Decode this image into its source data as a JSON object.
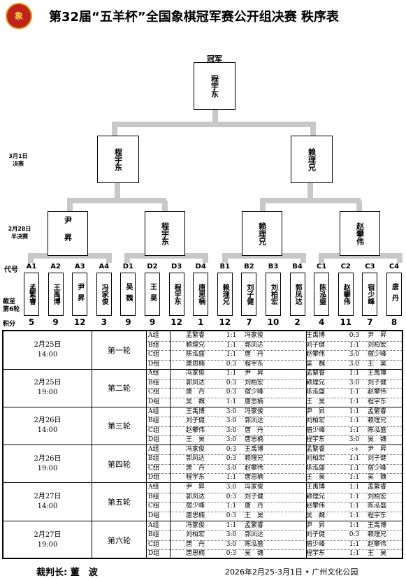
{
  "logo": {
    "text": "象"
  },
  "title": "第32届“五羊杯”全国象棋冠军赛公开组决赛 秩序表",
  "bracket": {
    "champion_label": "冠军",
    "champion": "程宇东",
    "final_label": "3月1日\n决赛",
    "semi_label": "2月28日\n半决赛",
    "finalists": [
      "程宇东",
      "赖理兄"
    ],
    "semifinalists": [
      "尹昇",
      "程宇东",
      "赖理兄",
      "赵攀伟"
    ]
  },
  "codes_label": "代号",
  "cut_label": "截至\n第6轮",
  "score_label": "积分",
  "players": [
    {
      "code": "A1",
      "name": "孟繁睿",
      "score": "5"
    },
    {
      "code": "A2",
      "name": "王禹博",
      "score": "9"
    },
    {
      "code": "A3",
      "name": "尹昇",
      "score": "12"
    },
    {
      "code": "A4",
      "name": "冯家俊",
      "score": "3"
    },
    {
      "code": "D1",
      "name": "吴魏",
      "score": "9"
    },
    {
      "code": "D2",
      "name": "王昊",
      "score": "9"
    },
    {
      "code": "D3",
      "name": "程宇东",
      "score": "12"
    },
    {
      "code": "D4",
      "name": "唐思楠",
      "score": "1"
    },
    {
      "code": "B1",
      "name": "赖理兄",
      "score": "12"
    },
    {
      "code": "B2",
      "name": "刘子健",
      "score": "7"
    },
    {
      "code": "B3",
      "name": "刘柏宏",
      "score": "10"
    },
    {
      "code": "B4",
      "name": "郭凤达",
      "score": "2"
    },
    {
      "code": "C1",
      "name": "陈泓盛",
      "score": "4"
    },
    {
      "code": "C2",
      "name": "赵攀伟",
      "score": "11"
    },
    {
      "code": "C3",
      "name": "宿少峰",
      "score": "7"
    },
    {
      "code": "C4",
      "name": "唐丹",
      "score": "8"
    }
  ],
  "rounds": [
    {
      "date": "2月25日",
      "time": "14:00",
      "name": "第一轮",
      "groups": [
        [
          "A组",
          "孟繁睿",
          "1:1",
          "冯家俊",
          "王禹博",
          "0:3",
          "尹　昇"
        ],
        [
          "B组",
          "赖理兄",
          "1:1",
          "郭凤达",
          "刘子健",
          "1:1",
          "刘柏宏"
        ],
        [
          "C组",
          "陈泓盛",
          "1:1",
          "唐　丹",
          "赵攀伟",
          "3:0",
          "宿少峰"
        ],
        [
          "D组",
          "唐思楠",
          "0:3",
          "程宇东",
          "吴　魏",
          "3:0",
          "王　昊"
        ]
      ]
    },
    {
      "date": "2月25日",
      "time": "19:00",
      "name": "第二轮",
      "groups": [
        [
          "A组",
          "冯家俊",
          "1:1",
          "尹　昇",
          "孟繁睿",
          "1:1",
          "王禹博"
        ],
        [
          "B组",
          "郭凤达",
          "0:3",
          "刘柏宏",
          "赖理兄",
          "3:0",
          "刘子健"
        ],
        [
          "C组",
          "唐　丹",
          "0:3",
          "宿少峰",
          "陈泓盛",
          "1:1",
          "赵攀伟"
        ],
        [
          "D组",
          "吴　魏",
          "1:1",
          "唐思楠",
          "王　昊",
          "1:1",
          "程宇东"
        ]
      ]
    },
    {
      "date": "2月26日",
      "time": "14:00",
      "name": "第三轮",
      "groups": [
        [
          "A组",
          "王禹博",
          "3:0",
          "冯家俊",
          "尹　昇",
          "1:1",
          "孟繁睿"
        ],
        [
          "B组",
          "刘子健",
          "3:0",
          "郭凤达",
          "刘柏宏",
          "1:1",
          "赖理兄"
        ],
        [
          "C组",
          "赵攀伟",
          "3:0",
          "唐　丹",
          "宿少峰",
          "1:1",
          "陈泓盛"
        ],
        [
          "D组",
          "王　昊",
          "3:0",
          "唐思楠",
          "程宇东",
          "3:0",
          "吴　魏"
        ]
      ]
    },
    {
      "date": "2月26日",
      "time": "19:00",
      "name": "第四轮",
      "groups": [
        [
          "A组",
          "冯家俊",
          "0:3",
          "王禹博",
          "孟繁睿",
          "-:+",
          "尹　昇"
        ],
        [
          "B组",
          "郭凤达",
          "0:3",
          "赖理兄",
          "刘柏宏",
          "1:1",
          "刘子健"
        ],
        [
          "C组",
          "唐　丹",
          "3:0",
          "赵攀伟",
          "陈泓盛",
          "1:1",
          "宿少峰"
        ],
        [
          "D组",
          "程宇东",
          "1:1",
          "唐思楠",
          "王　昊",
          "1:1",
          "吴　魏"
        ]
      ]
    },
    {
      "date": "2月27日",
      "time": "14:00",
      "name": "第五轮",
      "groups": [
        [
          "A组",
          "尹　昇",
          "3:0",
          "冯家俊",
          "王禹博",
          "1:1",
          "孟繁睿"
        ],
        [
          "B组",
          "郭凤达",
          "0:3",
          "刘子健",
          "赖理兄",
          "1:1",
          "刘柏宏"
        ],
        [
          "C组",
          "宿少峰",
          "1:1",
          "唐　丹",
          "赵攀伟",
          "1:1",
          "陈泓盛"
        ],
        [
          "D组",
          "唐思楠",
          "0:3",
          "王　昊",
          "吴　魏",
          "1:1",
          "程宇东"
        ]
      ]
    },
    {
      "date": "2月27日",
      "time": "19:00",
      "name": "第六轮",
      "groups": [
        [
          "A组",
          "冯家俊",
          "1:1",
          "孟繁睿",
          "尹　昇",
          "1:1",
          "王禹博"
        ],
        [
          "B组",
          "刘柏宏",
          "3:0",
          "郭凤达",
          "刘子健",
          "0:3",
          "赖理兄"
        ],
        [
          "C组",
          "唐　丹",
          "3:0",
          "陈泓盛",
          "宿少峰",
          "1:1",
          "赵攀伟"
        ],
        [
          "D组",
          "唐思楠",
          "0:3",
          "吴　魏",
          "程宇东",
          "1:1",
          "王　昊"
        ]
      ]
    }
  ],
  "footer": {
    "referee": "裁判长: 董　波",
    "info": "2026年2月25-3月1日 • 广州文化公园"
  }
}
